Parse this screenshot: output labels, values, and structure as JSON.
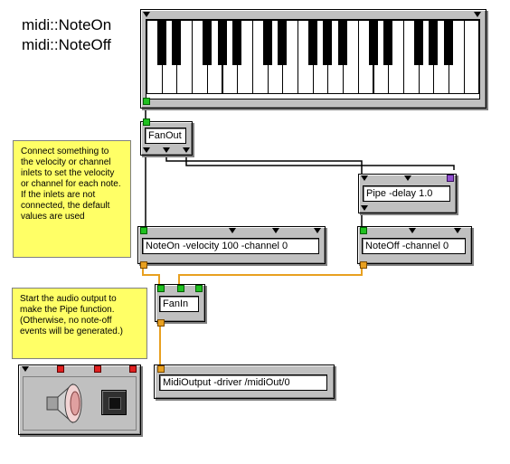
{
  "titles": [
    "midi::NoteOn",
    "midi::NoteOff"
  ],
  "notes": {
    "velocity_note": "Connect something to the velocity or channel inlets to set the velocity or channel for each note.  If the inlets are not connected, the default values are used",
    "audio_note": "Start the audio output to make the Pipe function. (Otherwise, no note-off events will be generated.)"
  },
  "nodes": {
    "fanout": "FanOut",
    "pipe": "Pipe -delay 1.0",
    "noteon": "NoteOn -velocity 100 -channel 0",
    "noteoff": "NoteOff -channel 0",
    "fanin": "FanIn",
    "midioutput": "MidiOutput -driver /midiOut/0"
  },
  "colors": {
    "note_bg": "#ffff66",
    "wire_audio": "#e8a020",
    "wire_control": "#000000",
    "node_bg": "#c0c0c0"
  },
  "icons": [
    "speaker-icon",
    "power-button-icon"
  ]
}
